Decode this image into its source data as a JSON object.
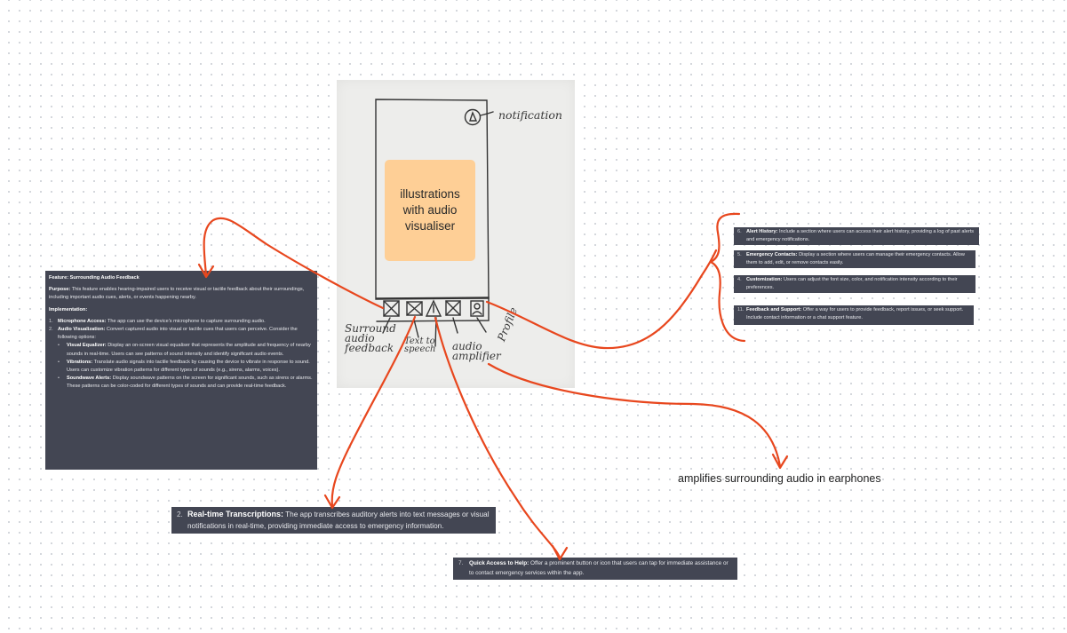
{
  "photo": {
    "illustration_text": "illustrations with audio visualiser",
    "notification_label": "notification",
    "labels": {
      "surround": "Surround audio feedback",
      "text_to_speech": "Text to speech",
      "audio_amplifier": "audio amplifier",
      "profile": "Profile"
    }
  },
  "feature_card": {
    "title": "Feature: Surrounding Audio Feedback",
    "purpose_label": "Purpose:",
    "purpose_text": "This feature enables hearing-impaired users to receive visual or tactile feedback about their surroundings, including important audio cues, alerts, or events happening nearby.",
    "implementation_label": "Implementation:",
    "items": [
      {
        "num": "1.",
        "label": "Microphone Access:",
        "text": "The app can use the device's microphone to capture surrounding audio."
      },
      {
        "num": "2.",
        "label": "Audio Visualization:",
        "text": "Convert captured audio into visual or tactile cues that users can perceive. Consider the following options:"
      }
    ],
    "subitems": [
      {
        "label": "Visual Equalizer:",
        "text": "Display an on-screen visual equaliser that represents the amplitude and frequency of nearby sounds in real-time. Users can see patterns of sound intensity and identify significant audio events."
      },
      {
        "label": "Vibrations:",
        "text": "Translate audio signals into tactile feedback by causing the device to vibrate in response to sound. Users can customize vibration patterns for different types of sounds (e.g., sirens, alarms, voices)."
      },
      {
        "label": "Soundwave Alerts:",
        "text": "Display soundwave patterns on the screen for significant sounds, such as sirens or alarms. These patterns can be color-coded for different types of sounds and can provide real-time feedback."
      }
    ]
  },
  "right_list": [
    {
      "num": "6.",
      "label": "Alert History:",
      "text": "Include a section where users can access their alert history, providing a log of past alerts and emergency notifications."
    },
    {
      "num": "5.",
      "label": "Emergency Contacts:",
      "text": "Display a section where users can manage their emergency contacts. Allow them to add, edit, or remove contacts easily."
    },
    {
      "num": "4.",
      "label": "Customization:",
      "text": "Users can adjust the font size, color, and notification intensity according to their preferences."
    },
    {
      "num": "11.",
      "label": "Feedback and Support:",
      "text": "Offer a way for users to provide feedback, report issues, or seek support. Include contact information or a chat support feature."
    }
  ],
  "realtime": {
    "num": "2.",
    "label": "Real-time Transcriptions:",
    "text": "The app transcribes auditory alerts into text messages or visual notifications in real-time, providing immediate access to emergency information."
  },
  "quick_access": {
    "num": "7.",
    "label": "Quick Access to Help:",
    "text": "Offer a prominent button or icon that users can tap for immediate assistance or to contact emergency services within the app."
  },
  "amplifier_note": "amplifies surrounding audio in earphones",
  "colors": {
    "card_bg": "#434653",
    "arrow": "#e8471e",
    "illustration_bg": "#fecf96"
  }
}
